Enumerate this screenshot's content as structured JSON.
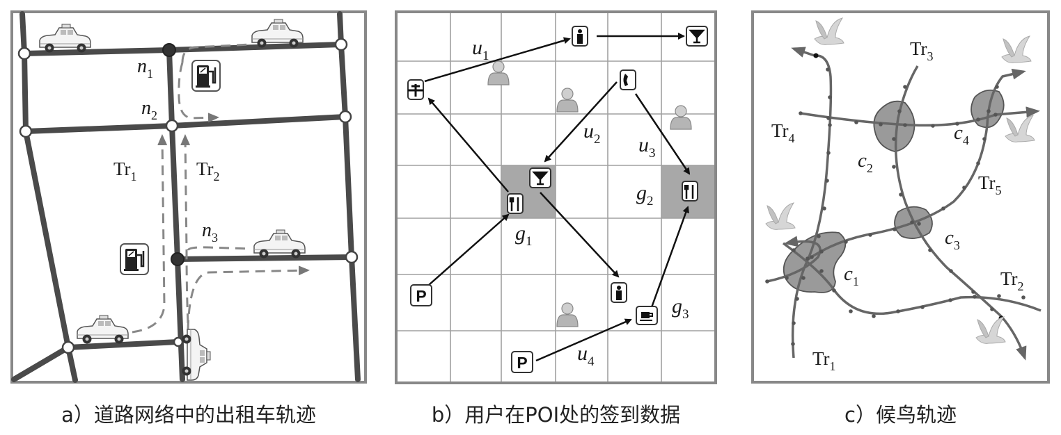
{
  "panel_a": {
    "caption": "a）道路网络中的出租车轨迹",
    "nodes": {
      "n1": "n",
      "n1_sub": "1",
      "n2": "n",
      "n2_sub": "2",
      "n3": "n",
      "n3_sub": "3"
    },
    "traj": {
      "tr1": "Tr",
      "tr1_sub": "1",
      "tr2": "Tr",
      "tr2_sub": "2"
    }
  },
  "panel_b": {
    "caption": "b）用户在POI处的签到数据",
    "users": {
      "u1": "u",
      "u1_sub": "1",
      "u2": "u",
      "u2_sub": "2",
      "u3": "u",
      "u3_sub": "3",
      "u4": "u",
      "u4_sub": "4"
    },
    "grids": {
      "g1": "g",
      "g1_sub": "1",
      "g2": "g",
      "g2_sub": "2",
      "g3": "g",
      "g3_sub": "3"
    },
    "parking_label": "P"
  },
  "panel_c": {
    "caption": "c）候鸟轨迹",
    "traj": {
      "tr1": "Tr",
      "tr1_sub": "1",
      "tr2": "Tr",
      "tr2_sub": "2",
      "tr3": "Tr",
      "tr3_sub": "3",
      "tr4": "Tr",
      "tr4_sub": "4",
      "tr5": "Tr",
      "tr5_sub": "5"
    },
    "clusters": {
      "c1": "c",
      "c1_sub": "1",
      "c2": "c",
      "c2_sub": "2",
      "c3": "c",
      "c3_sub": "3",
      "c4": "c",
      "c4_sub": "4"
    }
  }
}
